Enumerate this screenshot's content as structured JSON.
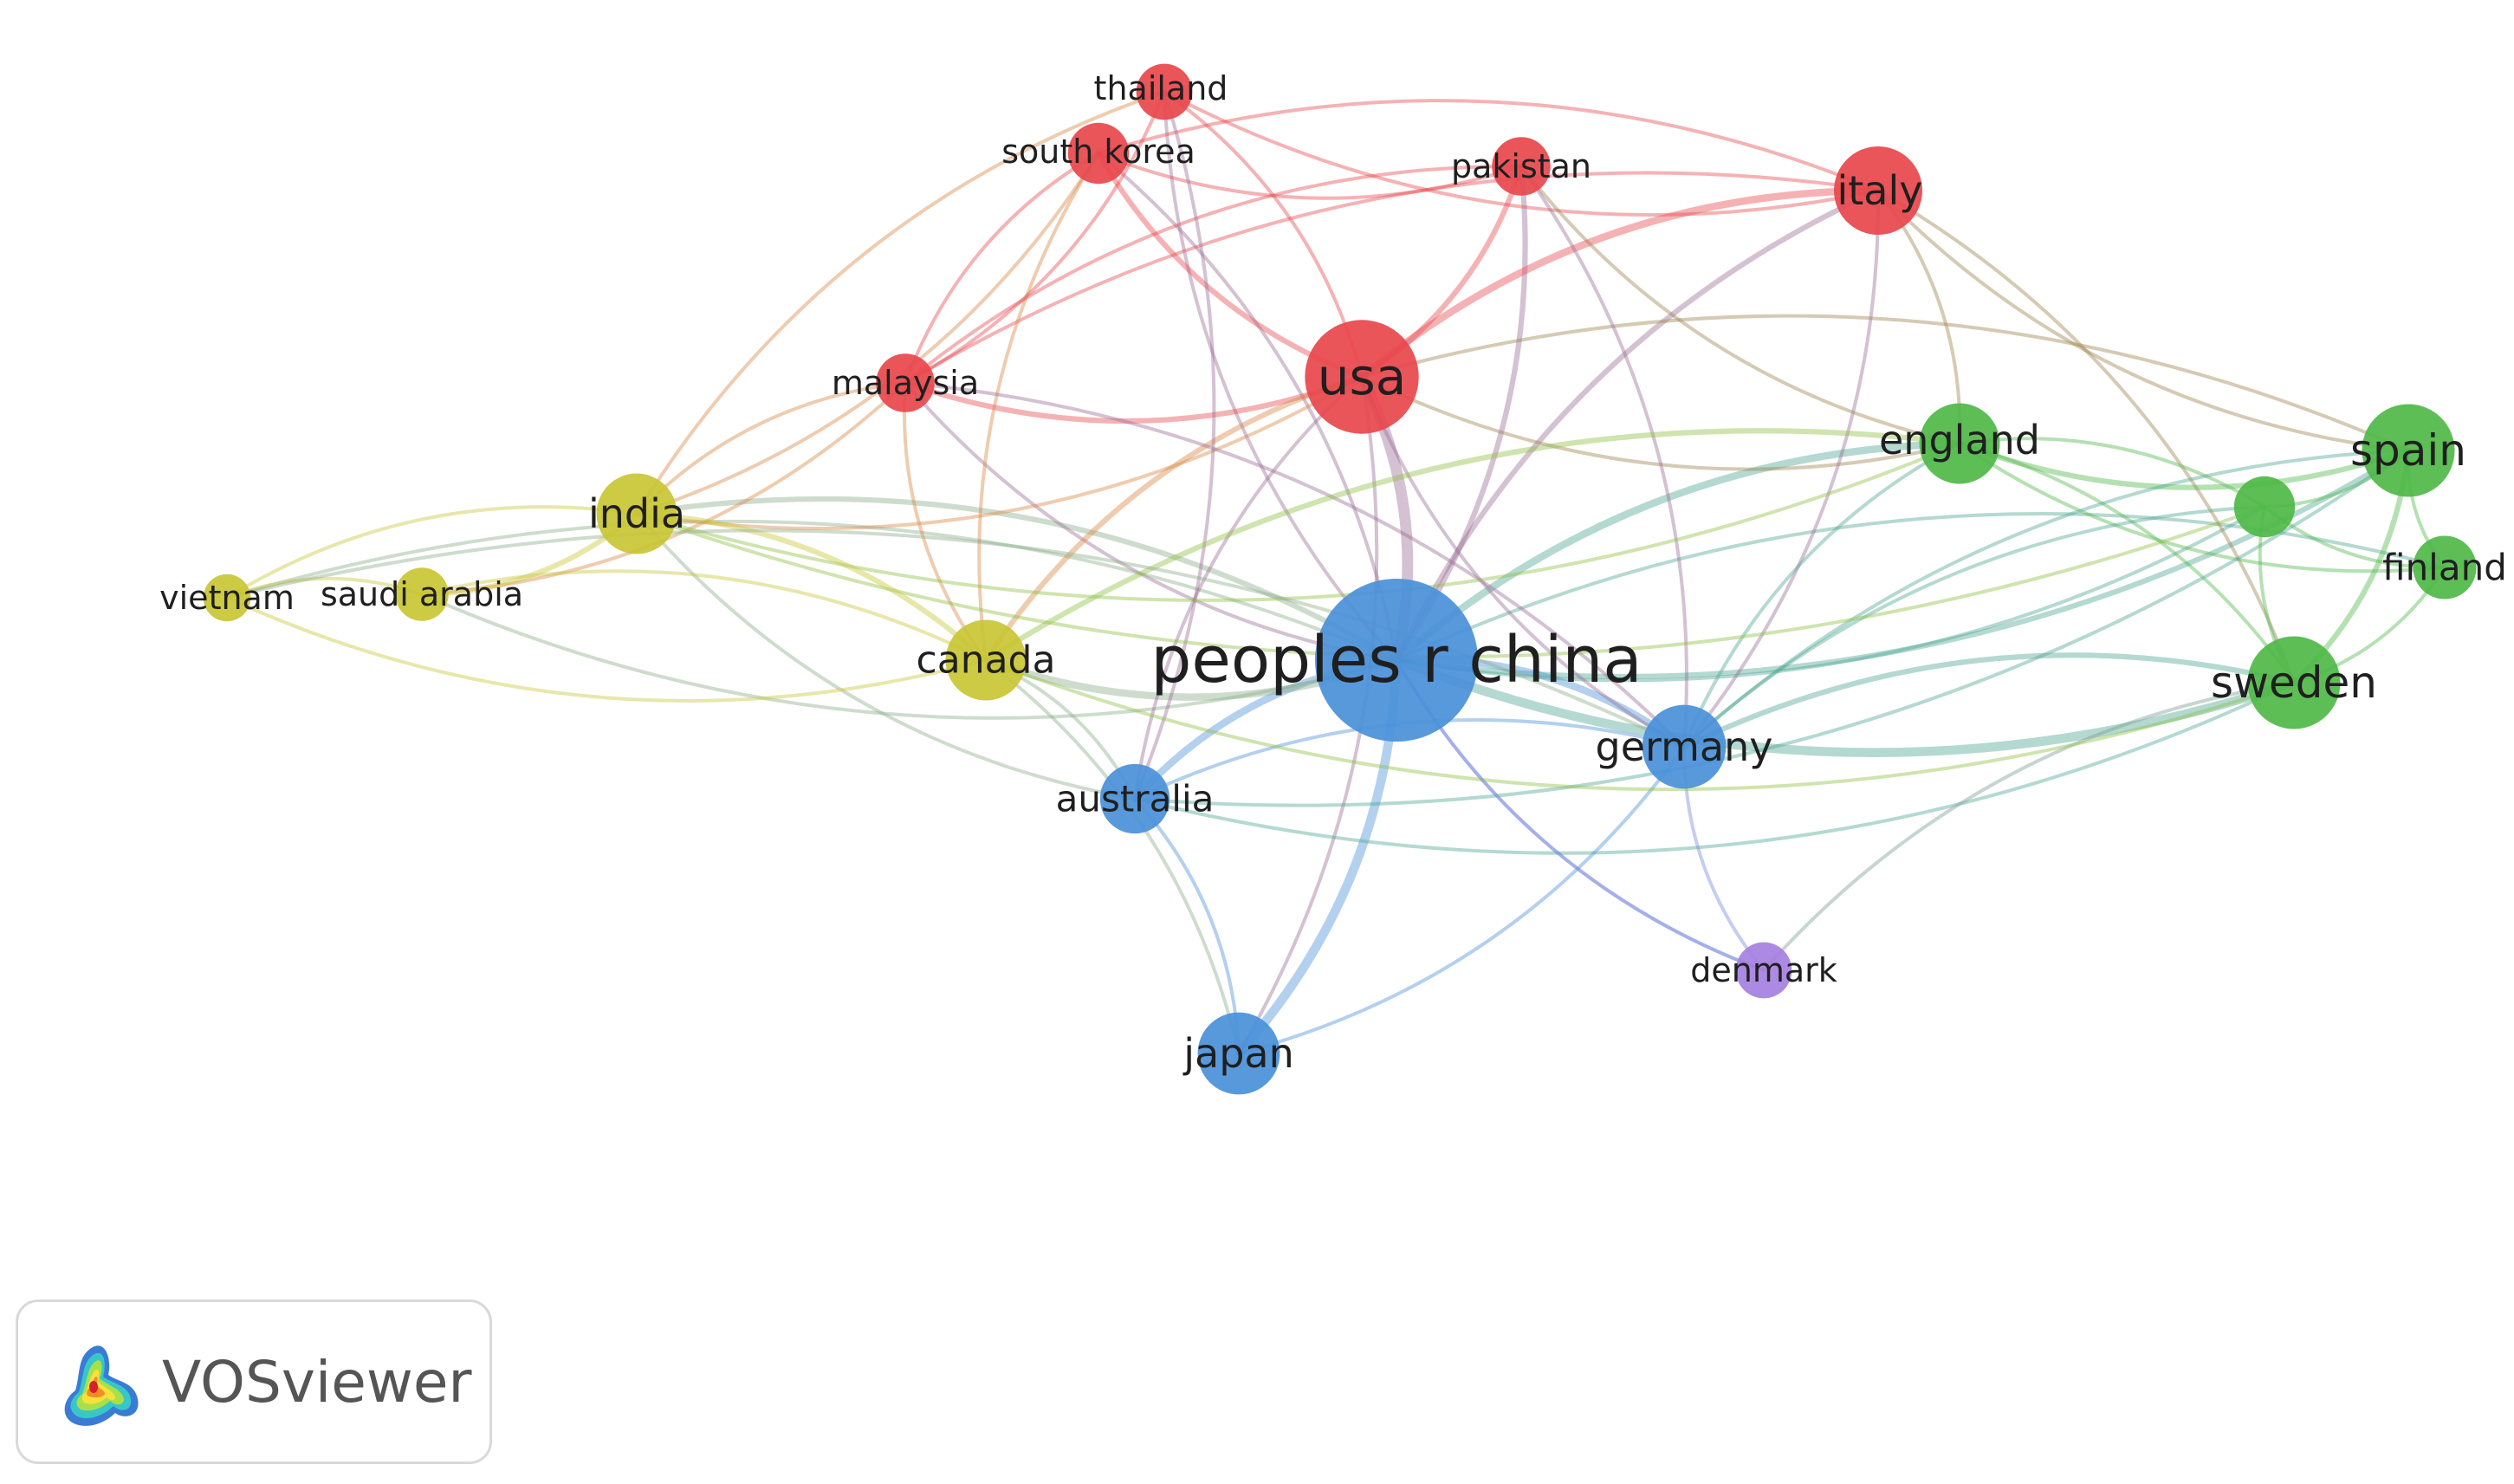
{
  "network": {
    "clusters": [
      {
        "id": "red",
        "color": "#e8474c"
      },
      {
        "id": "green",
        "color": "#4fb848"
      },
      {
        "id": "blue",
        "color": "#4a90d9"
      },
      {
        "id": "yellow",
        "color": "#c9c534"
      },
      {
        "id": "purple",
        "color": "#a57fe0"
      }
    ],
    "nodes": [
      {
        "id": "peoples_r_china",
        "label": "peoples r china",
        "cluster": "blue",
        "weight": 100
      },
      {
        "id": "usa",
        "label": "usa",
        "cluster": "red",
        "weight": 45
      },
      {
        "id": "italy",
        "label": "italy",
        "cluster": "red",
        "weight": 25
      },
      {
        "id": "thailand",
        "label": "thailand",
        "cluster": "red",
        "weight": 8
      },
      {
        "id": "south_korea",
        "label": "south korea",
        "cluster": "red",
        "weight": 10
      },
      {
        "id": "pakistan",
        "label": "pakistan",
        "cluster": "red",
        "weight": 9
      },
      {
        "id": "malaysia",
        "label": "malaysia",
        "cluster": "red",
        "weight": 9
      },
      {
        "id": "england",
        "label": "england",
        "cluster": "green",
        "weight": 20
      },
      {
        "id": "spain",
        "label": "spain",
        "cluster": "green",
        "weight": 28
      },
      {
        "id": "finland",
        "label": "finland",
        "cluster": "green",
        "weight": 11
      },
      {
        "id": "sweden",
        "label": "sweden",
        "cluster": "green",
        "weight": 28
      },
      {
        "id": "unlabeled_green",
        "label": "",
        "cluster": "green",
        "weight": 10
      },
      {
        "id": "germany",
        "label": "germany",
        "cluster": "blue",
        "weight": 22
      },
      {
        "id": "australia",
        "label": "australia",
        "cluster": "blue",
        "weight": 14
      },
      {
        "id": "japan",
        "label": "japan",
        "cluster": "blue",
        "weight": 21
      },
      {
        "id": "india",
        "label": "india",
        "cluster": "yellow",
        "weight": 20
      },
      {
        "id": "canada",
        "label": "canada",
        "cluster": "yellow",
        "weight": 20
      },
      {
        "id": "saudi_arabia",
        "label": "saudi arabia",
        "cluster": "yellow",
        "weight": 7
      },
      {
        "id": "vietnam",
        "label": "vietnam",
        "cluster": "yellow",
        "weight": 5
      },
      {
        "id": "denmark",
        "label": "denmark",
        "cluster": "purple",
        "weight": 8
      }
    ],
    "links": [
      {
        "source": "peoples_r_china",
        "target": "usa",
        "strength": 5
      },
      {
        "source": "peoples_r_china",
        "target": "japan",
        "strength": 4
      },
      {
        "source": "peoples_r_china",
        "target": "sweden",
        "strength": 4
      },
      {
        "source": "peoples_r_china",
        "target": "england",
        "strength": 3
      },
      {
        "source": "peoples_r_china",
        "target": "spain",
        "strength": 2
      },
      {
        "source": "peoples_r_china",
        "target": "germany",
        "strength": 3
      },
      {
        "source": "peoples_r_china",
        "target": "australia",
        "strength": 3
      },
      {
        "source": "peoples_r_china",
        "target": "canada",
        "strength": 3
      },
      {
        "source": "peoples_r_china",
        "target": "india",
        "strength": 2
      },
      {
        "source": "peoples_r_china",
        "target": "italy",
        "strength": 2
      },
      {
        "source": "peoples_r_china",
        "target": "pakistan",
        "strength": 2
      },
      {
        "source": "peoples_r_china",
        "target": "malaysia",
        "strength": 1
      },
      {
        "source": "peoples_r_china",
        "target": "south_korea",
        "strength": 1
      },
      {
        "source": "peoples_r_china",
        "target": "thailand",
        "strength": 1
      },
      {
        "source": "peoples_r_china",
        "target": "denmark",
        "strength": 1
      },
      {
        "source": "peoples_r_china",
        "target": "finland",
        "strength": 1
      },
      {
        "source": "peoples_r_china",
        "target": "unlabeled_green",
        "strength": 1
      },
      {
        "source": "peoples_r_china",
        "target": "saudi_arabia",
        "strength": 1
      },
      {
        "source": "peoples_r_china",
        "target": "vietnam",
        "strength": 1
      },
      {
        "source": "usa",
        "target": "italy",
        "strength": 3
      },
      {
        "source": "usa",
        "target": "pakistan",
        "strength": 2
      },
      {
        "source": "usa",
        "target": "south_korea",
        "strength": 2
      },
      {
        "source": "usa",
        "target": "thailand",
        "strength": 1
      },
      {
        "source": "usa",
        "target": "malaysia",
        "strength": 2
      },
      {
        "source": "usa",
        "target": "canada",
        "strength": 2
      },
      {
        "source": "usa",
        "target": "india",
        "strength": 1
      },
      {
        "source": "usa",
        "target": "england",
        "strength": 1
      },
      {
        "source": "usa",
        "target": "spain",
        "strength": 1
      },
      {
        "source": "usa",
        "target": "germany",
        "strength": 1
      },
      {
        "source": "usa",
        "target": "japan",
        "strength": 1
      },
      {
        "source": "usa",
        "target": "australia",
        "strength": 1
      },
      {
        "source": "italy",
        "target": "england",
        "strength": 1
      },
      {
        "source": "italy",
        "target": "spain",
        "strength": 1
      },
      {
        "source": "italy",
        "target": "sweden",
        "strength": 1
      },
      {
        "source": "italy",
        "target": "south_korea",
        "strength": 1
      },
      {
        "source": "italy",
        "target": "thailand",
        "strength": 1
      },
      {
        "source": "italy",
        "target": "malaysia",
        "strength": 1
      },
      {
        "source": "italy",
        "target": "germany",
        "strength": 1
      },
      {
        "source": "pakistan",
        "target": "malaysia",
        "strength": 1
      },
      {
        "source": "pakistan",
        "target": "south_korea",
        "strength": 1
      },
      {
        "source": "pakistan",
        "target": "england",
        "strength": 1
      },
      {
        "source": "pakistan",
        "target": "germany",
        "strength": 1
      },
      {
        "source": "south_korea",
        "target": "malaysia",
        "strength": 1
      },
      {
        "source": "south_korea",
        "target": "india",
        "strength": 1
      },
      {
        "source": "south_korea",
        "target": "canada",
        "strength": 1
      },
      {
        "source": "thailand",
        "target": "malaysia",
        "strength": 1
      },
      {
        "source": "thailand",
        "target": "india",
        "strength": 1
      },
      {
        "source": "thailand",
        "target": "australia",
        "strength": 1
      },
      {
        "source": "malaysia",
        "target": "india",
        "strength": 1
      },
      {
        "source": "malaysia",
        "target": "saudi_arabia",
        "strength": 1
      },
      {
        "source": "malaysia",
        "target": "canada",
        "strength": 1
      },
      {
        "source": "malaysia",
        "target": "germany",
        "strength": 1
      },
      {
        "source": "england",
        "target": "spain",
        "strength": 2
      },
      {
        "source": "england",
        "target": "sweden",
        "strength": 1
      },
      {
        "source": "england",
        "target": "finland",
        "strength": 1
      },
      {
        "source": "england",
        "target": "unlabeled_green",
        "strength": 1
      },
      {
        "source": "england",
        "target": "germany",
        "strength": 1
      },
      {
        "source": "england",
        "target": "india",
        "strength": 1
      },
      {
        "source": "england",
        "target": "canada",
        "strength": 2
      },
      {
        "source": "spain",
        "target": "sweden",
        "strength": 2
      },
      {
        "source": "spain",
        "target": "finland",
        "strength": 1
      },
      {
        "source": "spain",
        "target": "unlabeled_green",
        "strength": 1
      },
      {
        "source": "spain",
        "target": "germany",
        "strength": 1
      },
      {
        "source": "spain",
        "target": "australia",
        "strength": 1
      },
      {
        "source": "sweden",
        "target": "finland",
        "strength": 1
      },
      {
        "source": "sweden",
        "target": "unlabeled_green",
        "strength": 1
      },
      {
        "source": "sweden",
        "target": "germany",
        "strength": 2
      },
      {
        "source": "sweden",
        "target": "australia",
        "strength": 1
      },
      {
        "source": "sweden",
        "target": "denmark",
        "strength": 1
      },
      {
        "source": "finland",
        "target": "unlabeled_green",
        "strength": 1
      },
      {
        "source": "unlabeled_green",
        "target": "germany",
        "strength": 1
      },
      {
        "source": "unlabeled_green",
        "target": "india",
        "strength": 1
      },
      {
        "source": "germany",
        "target": "australia",
        "strength": 1
      },
      {
        "source": "germany",
        "target": "japan",
        "strength": 1
      },
      {
        "source": "germany",
        "target": "denmark",
        "strength": 1
      },
      {
        "source": "australia",
        "target": "japan",
        "strength": 1
      },
      {
        "source": "australia",
        "target": "canada",
        "strength": 1
      },
      {
        "source": "australia",
        "target": "india",
        "strength": 1
      },
      {
        "source": "japan",
        "target": "canada",
        "strength": 1
      },
      {
        "source": "india",
        "target": "saudi_arabia",
        "strength": 2
      },
      {
        "source": "india",
        "target": "vietnam",
        "strength": 1
      },
      {
        "source": "india",
        "target": "canada",
        "strength": 2
      },
      {
        "source": "saudi_arabia",
        "target": "vietnam",
        "strength": 1
      },
      {
        "source": "saudi_arabia",
        "target": "canada",
        "strength": 1
      },
      {
        "source": "vietnam",
        "target": "canada",
        "strength": 1
      },
      {
        "source": "vietnam",
        "target": "germany",
        "strength": 1
      },
      {
        "source": "canada",
        "target": "sweden",
        "strength": 1
      },
      {
        "source": "denmark",
        "target": "peoples_r_china",
        "strength": 1
      }
    ]
  },
  "badge": {
    "text": "VOSviewer",
    "logo_icon": "vosviewer-heatmap-logo-icon"
  }
}
